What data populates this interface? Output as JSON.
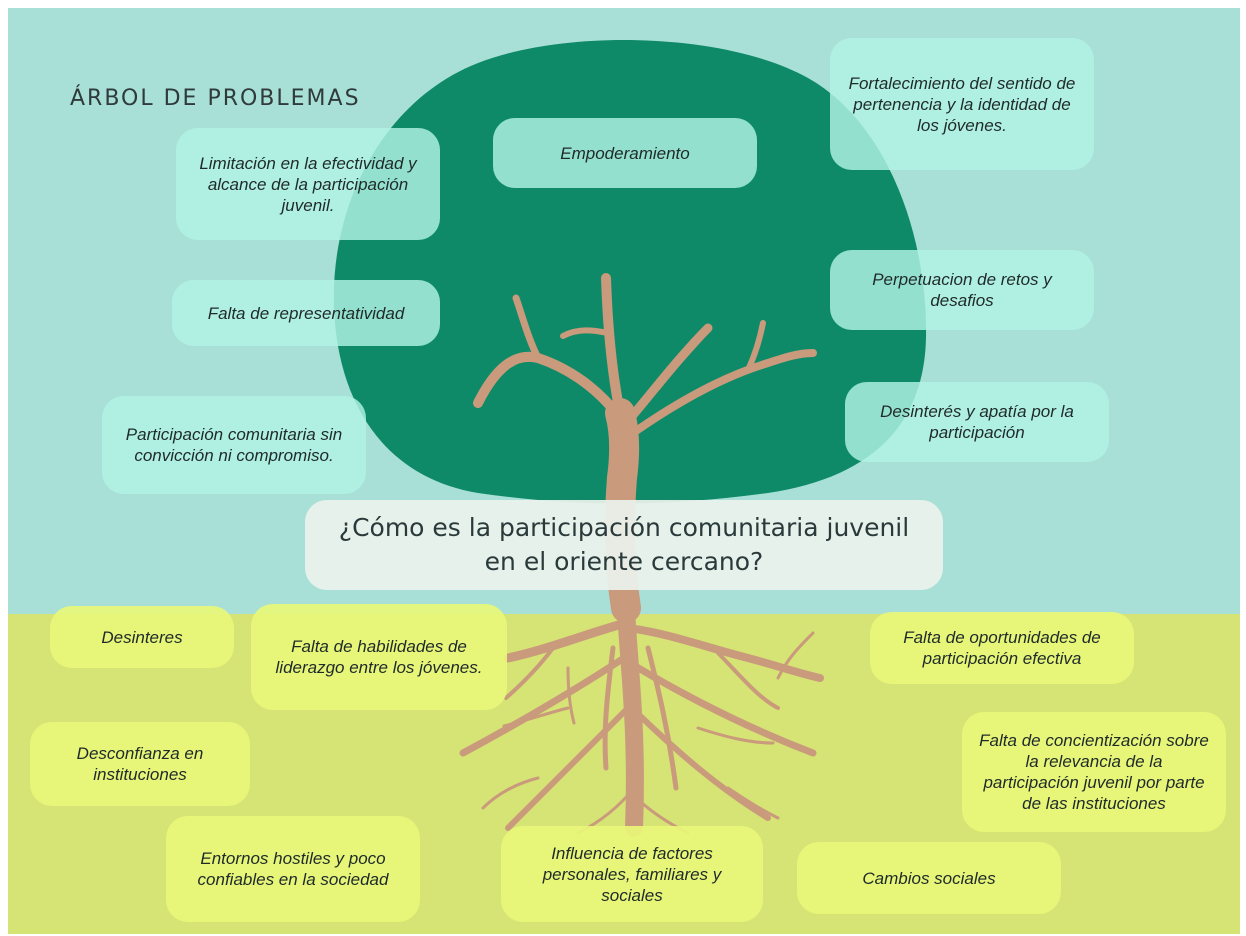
{
  "diagram": {
    "title": "ÁRBOL DE PROBLEMAS",
    "central_question": "¿Cómo es la participación comunitaria juvenil en el oriente cercano?",
    "effects": [
      "Limitación en la efectividad y alcance de la participación juvenil.",
      "Empoderamiento",
      "Fortalecimiento del sentido de pertenencia y la identidad de los jóvenes.",
      "Falta de representatividad",
      "Perpetuacion de retos y desafios",
      "Participación comunitaria sin convicción ni compromiso.",
      "Desinterés y apatía por la participación"
    ],
    "causes": [
      "Desinteres",
      "Falta de habilidades de liderazgo entre los jóvenes.",
      "Falta de oportunidades de participación efectiva",
      "Desconfianza en instituciones",
      "Falta de concientización sobre la relevancia de la participación juvenil por parte de las instituciones",
      "Entornos hostiles y poco confiables en la sociedad",
      "Influencia de factores personales, familiares y sociales",
      "Cambios sociales"
    ],
    "colors": {
      "sky": "#a8e0d8",
      "ground": "#d6e375",
      "canopy": "#0f8a68",
      "trunk": "#c99a7c",
      "effect_box": "#b2f3e4",
      "cause_box": "#e8f778"
    }
  }
}
